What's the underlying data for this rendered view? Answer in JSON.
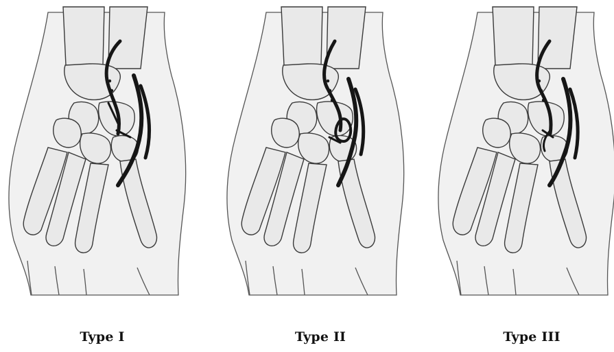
{
  "panels": [
    {
      "label": "Type I"
    },
    {
      "label": "Type II"
    },
    {
      "label": "Type III"
    }
  ],
  "colors": {
    "background": "#ffffff",
    "skin": "#f1f1f1",
    "bone": "#e9e9e9",
    "outline": "#3a3a3a",
    "vessel": "#161616"
  },
  "icons": [
    "hand-bones-illustration",
    "vessel-path"
  ]
}
